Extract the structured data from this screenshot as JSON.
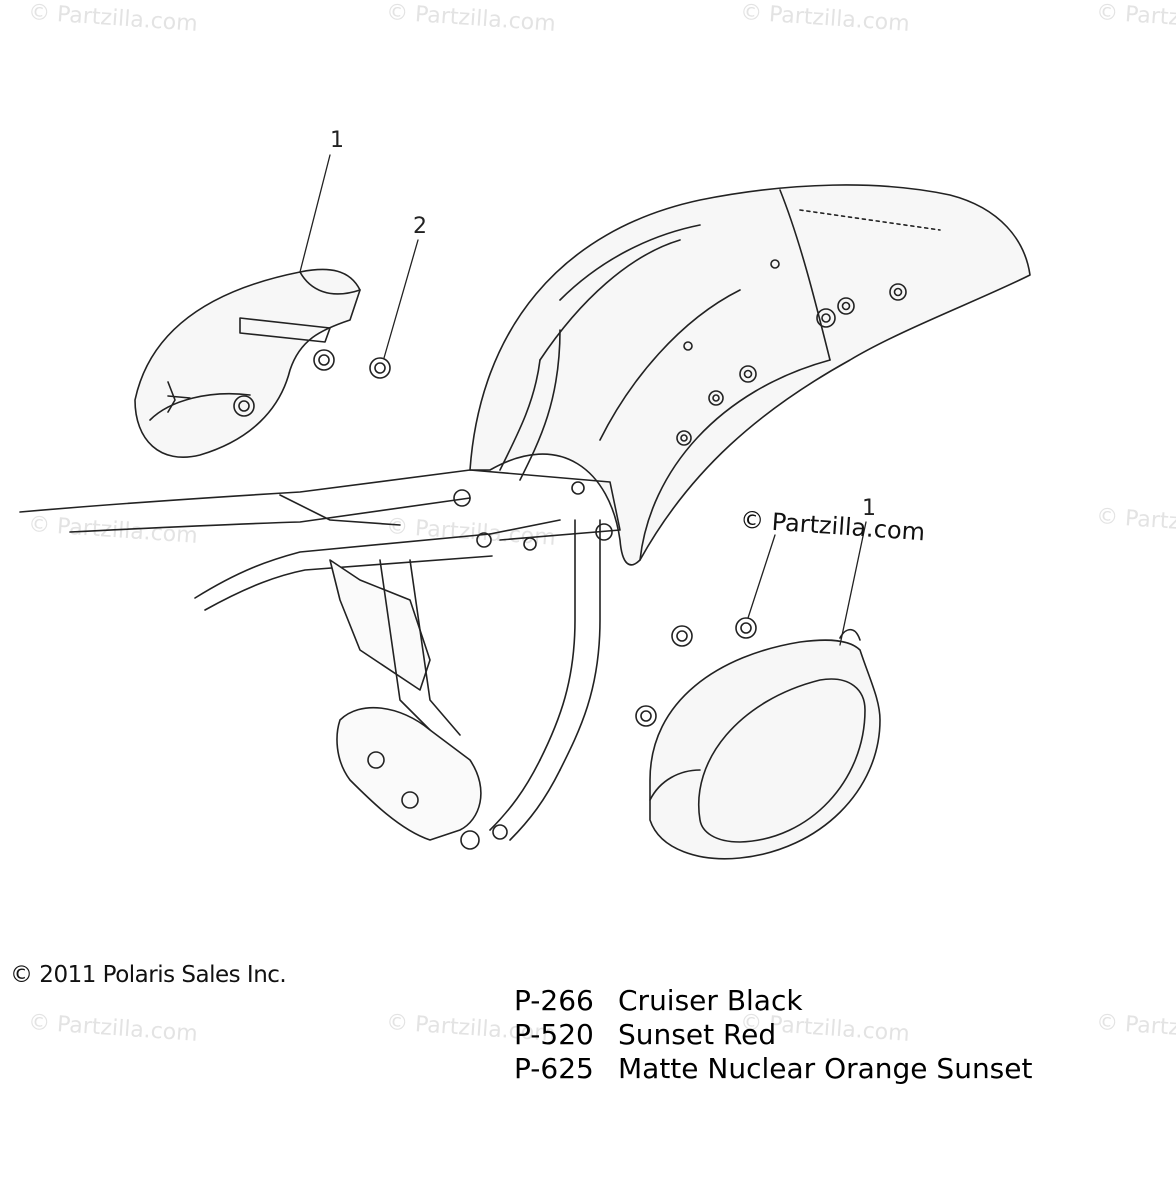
{
  "watermark": {
    "text": "© Partzilla.com"
  },
  "callouts": {
    "part_1_label": "1",
    "part_2_label": "2"
  },
  "copyright": "© 2011 Polaris Sales Inc.",
  "color_legend": [
    {
      "code": "P-266",
      "name": "Cruiser Black"
    },
    {
      "code": "P-520",
      "name": "Sunset Red"
    },
    {
      "code": "P-625",
      "name": "Matte Nuclear Orange Sunset"
    }
  ]
}
